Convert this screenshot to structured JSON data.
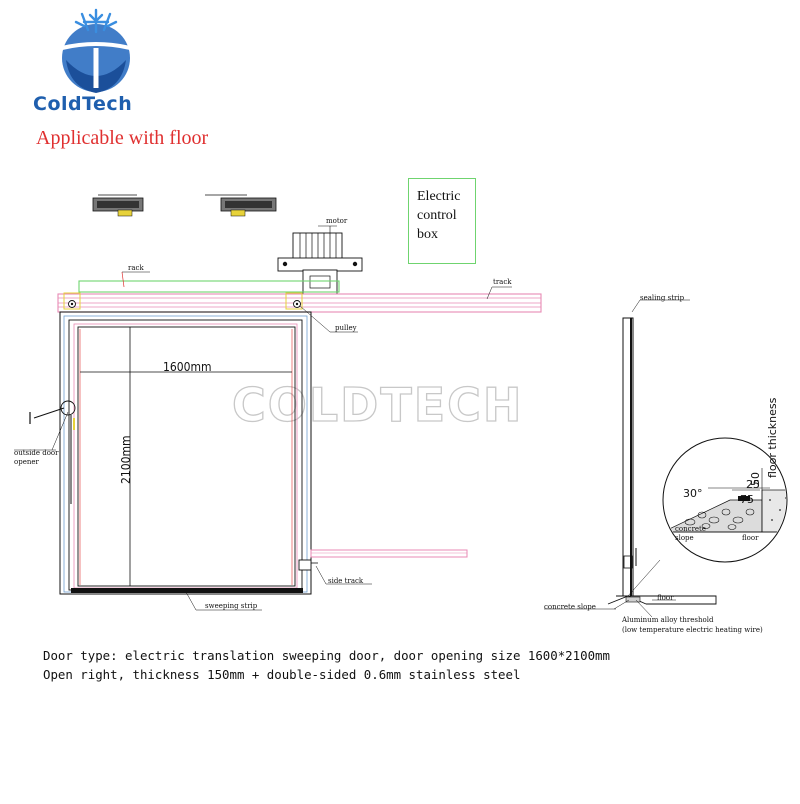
{
  "brand": {
    "name": "ColdTech",
    "logo_icon": "snowflake-logo-icon",
    "color": "#1f5fae"
  },
  "subtitle": "Applicable with floor",
  "watermark": "COLDTECH",
  "electric_box": {
    "line1": "Electric",
    "line2": "control",
    "line3": "box"
  },
  "labels": {
    "motor": "motor",
    "rack": "rack",
    "track": "track",
    "pulley": "pulley",
    "outside_opener_1": "outside door",
    "outside_opener_2": "opener",
    "side_track": "side track",
    "sweeping_strip": "sweeping strip",
    "sealing_strip": "sealing strip",
    "floor_thickness": "floor thickness",
    "concrete_slope": "concrete slope",
    "concrete_slope_detail_1": "concrete",
    "concrete_slope_detail_2": "slope",
    "floor": "floor",
    "floor_detail": "floor",
    "threshold_1": "Aluminum alloy threshold",
    "threshold_2": "(low temperature electric heating wire)"
  },
  "dimensions": {
    "width": "1600mm",
    "height": "2100mm",
    "angle": "30°",
    "d25": "25",
    "d50": "50",
    "d75": "75"
  },
  "description": {
    "line1": "Door type: electric translation sweeping door, door opening size 1600*2100mm",
    "line2": "Open right, thickness 150mm + double-sided 0.6mm stainless steel"
  },
  "colors": {
    "accent_red": "#e03030",
    "track_pink": "#e88ab4",
    "rack_green": "#6fd46f",
    "marker_yellow": "#e7d23a"
  }
}
